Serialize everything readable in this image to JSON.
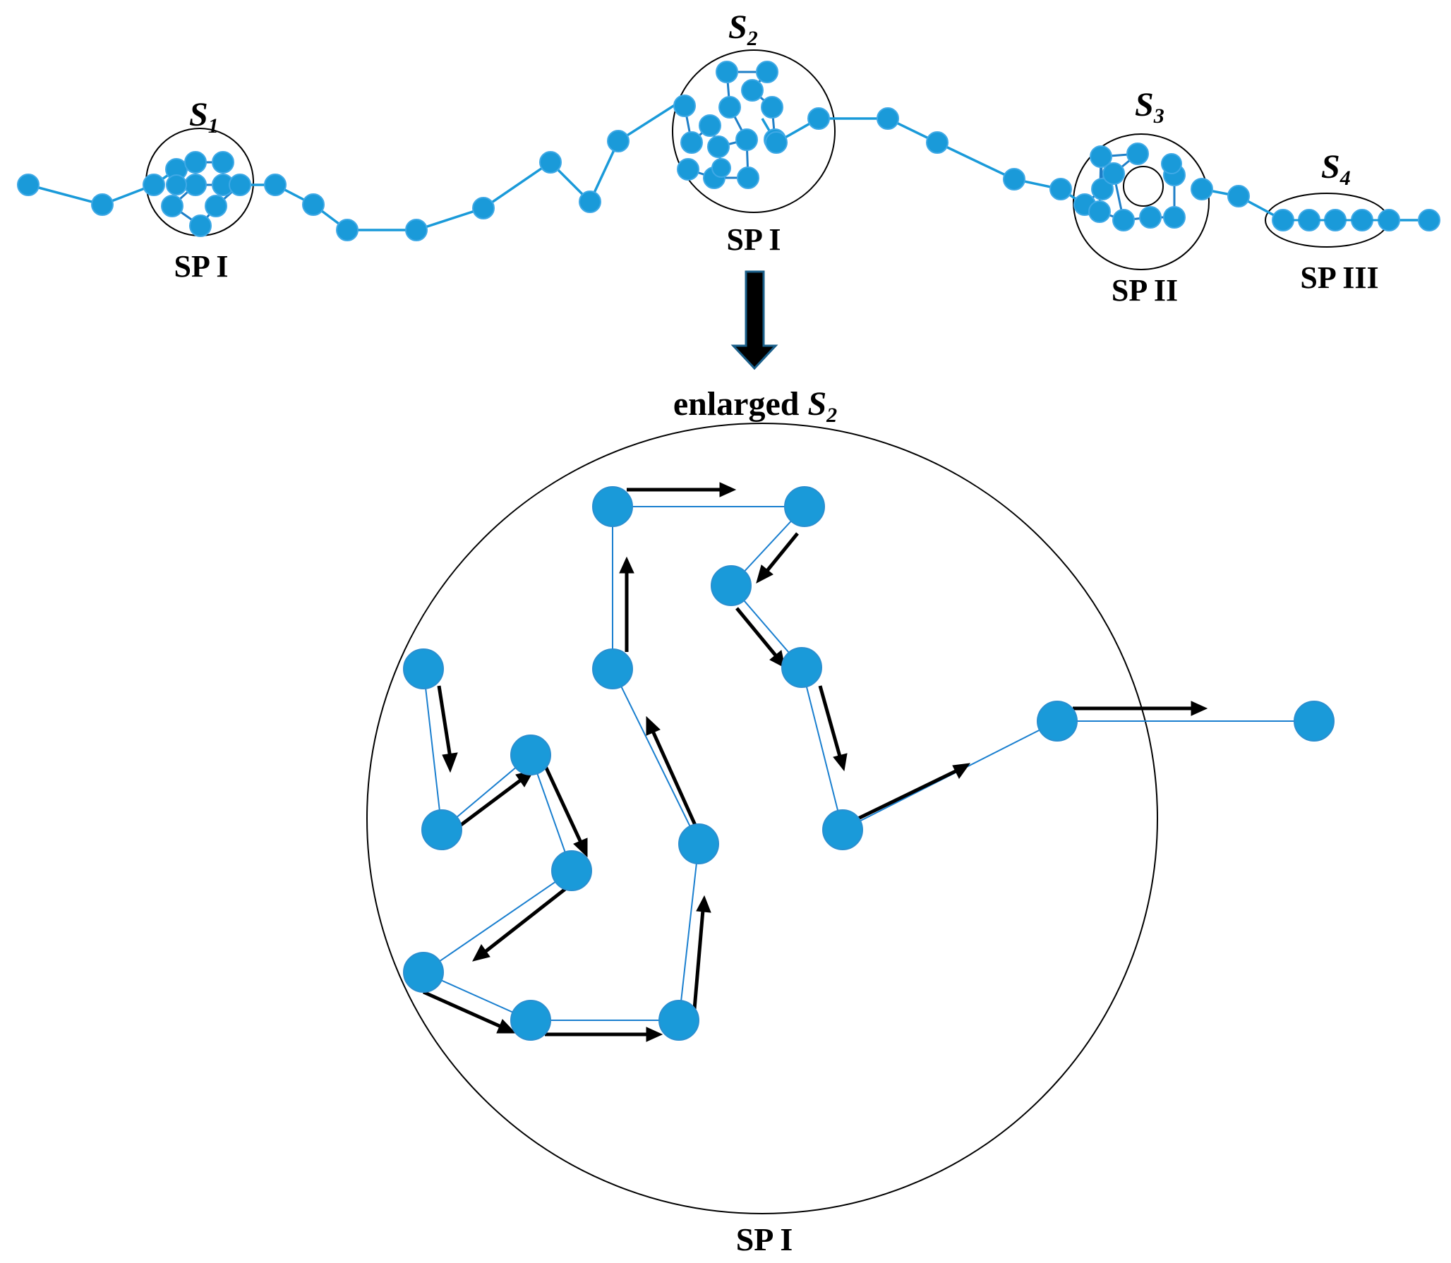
{
  "colors": {
    "node": "#1a9ad9",
    "node_stroke": "#3fa9e6",
    "edge": "#1a9ad9",
    "edge_small": "#1f7fc7",
    "outline": "#000000",
    "arrow": "#000000"
  },
  "labels": {
    "s1_letter": "S",
    "s1_sub": "1",
    "s2_letter": "S",
    "s2_sub": "2",
    "s3_letter": "S",
    "s3_sub": "3",
    "s4_letter": "S",
    "s4_sub": "4",
    "sp_s1": "SP I",
    "sp_s2": "SP I",
    "sp_s3": "SP II",
    "sp_s4": "SP III",
    "enlarged_prefix": "enlarged ",
    "enlarged_letter": "S",
    "enlarged_sub": "2",
    "sp_enlarged": "SP I"
  }
}
